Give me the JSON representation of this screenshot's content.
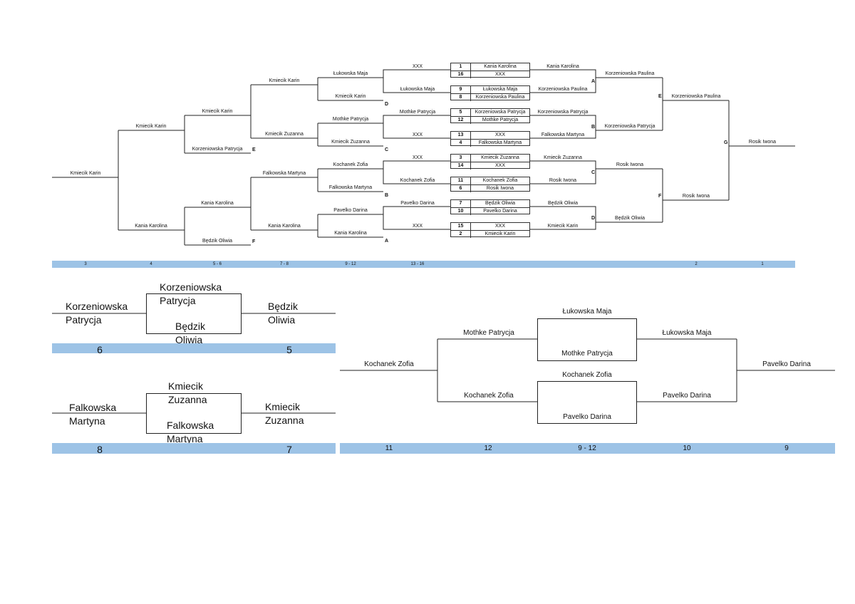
{
  "main": {
    "round1": [
      {
        "seed": "1",
        "name": "Kania Karolina"
      },
      {
        "seed": "16",
        "name": "XXX"
      },
      {
        "seed": "9",
        "name": "Łukowska Maja"
      },
      {
        "seed": "8",
        "name": "Korzeniowska Paulina"
      },
      {
        "seed": "5",
        "name": "Korzeniowska Patrycja"
      },
      {
        "seed": "12",
        "name": "Mothke Patrycja"
      },
      {
        "seed": "13",
        "name": "XXX"
      },
      {
        "seed": "4",
        "name": "Falkowska Martyna"
      },
      {
        "seed": "3",
        "name": "Kmiecik Zuzanna"
      },
      {
        "seed": "14",
        "name": "XXX"
      },
      {
        "seed": "11",
        "name": "Kochanek Zofia"
      },
      {
        "seed": "6",
        "name": "Rosik Iwona"
      },
      {
        "seed": "7",
        "name": "Będzik Oliwia"
      },
      {
        "seed": "10",
        "name": "Pavelko Darina"
      },
      {
        "seed": "15",
        "name": "XXX"
      },
      {
        "seed": "2",
        "name": "Kmiecik Karin"
      }
    ],
    "right_r2": [
      "Kania Karolina",
      "Korzeniowska Paulina",
      "Korzeniowska Patrycja",
      "Falkowska Martyna",
      "Kmiecik Zuzanna",
      "Rosik Iwona",
      "Będzik Oliwia",
      "Kmiecik Karin"
    ],
    "right_r3": [
      "Korzeniowska Paulina",
      "Korzeniowska Patrycja",
      "Rosik Iwona",
      "Będzik Oliwia"
    ],
    "right_r4": [
      "Korzeniowska Paulina",
      "Rosik Iwona"
    ],
    "winner": "Rosik Iwona",
    "right_letters": [
      "A",
      "B",
      "C",
      "D",
      "E",
      "F",
      "G"
    ],
    "left_r1": [
      "XXX",
      "Łukowska Maja",
      "Mothke Patrycja",
      "XXX",
      "XXX",
      "Kochanek Zofia",
      "Pavelko Darina",
      "XXX"
    ],
    "left_r2": [
      "Łukowska Maja",
      "Kmiecik Karin",
      "Mothke Patrycja",
      "Kmiecik Zuzanna",
      "Kochanek Zofia",
      "Falkowska Martyna",
      "Pavelko Darina",
      "Kania Karolina"
    ],
    "left_r2_letters": [
      "D",
      "C",
      "B",
      "A"
    ],
    "left_r3": [
      "Kmiecik Karin",
      "Kmiecik Zuzanna",
      "Falkowska Martyna",
      "Kania Karolina"
    ],
    "left_r4": [
      "Kmiecik Karin",
      "Korzeniowska Patrycja",
      "Kania Karolina",
      "Będzik Oliwia"
    ],
    "left_r4_letters": [
      "E",
      "F"
    ],
    "left_r5": [
      "Kmiecik Karin",
      "Kania Karolina"
    ],
    "third": "Kmiecik Karin",
    "places": [
      "3",
      "4",
      "5 - 6",
      "7 - 8",
      "9 - 12",
      "13 - 16",
      "2",
      "1"
    ]
  },
  "match56": {
    "left": "Korzeniowska Patrycja",
    "top": "Korzeniowska Patrycja",
    "bottom": "Będzik Oliwia",
    "right": "Będzik Oliwia",
    "places": [
      "6",
      "5"
    ]
  },
  "match78": {
    "left": "Falkowska Martyna",
    "top": "Kmiecik Zuzanna",
    "bottom": "Falkowska Martyna",
    "right": "Kmiecik Zuzanna",
    "places": [
      "8",
      "7"
    ]
  },
  "match912": {
    "left": "Kochanek Zofia",
    "l_top": "Mothke Patrycja",
    "l_bottom": "Kochanek Zofia",
    "box1_top": "Łukowska Maja",
    "box1_bottom": "Mothke Patrycja",
    "box2_top": "Kochanek Zofia",
    "box2_bottom": "Pavelko Darina",
    "r_top": "Łukowska Maja",
    "r_bottom": "Pavelko Darina",
    "right": "Pavelko Darina",
    "places": [
      "11",
      "12",
      "9 - 12",
      "10",
      "9"
    ]
  },
  "colors": {
    "bar": "#9dc3e6",
    "line": "#222222"
  }
}
